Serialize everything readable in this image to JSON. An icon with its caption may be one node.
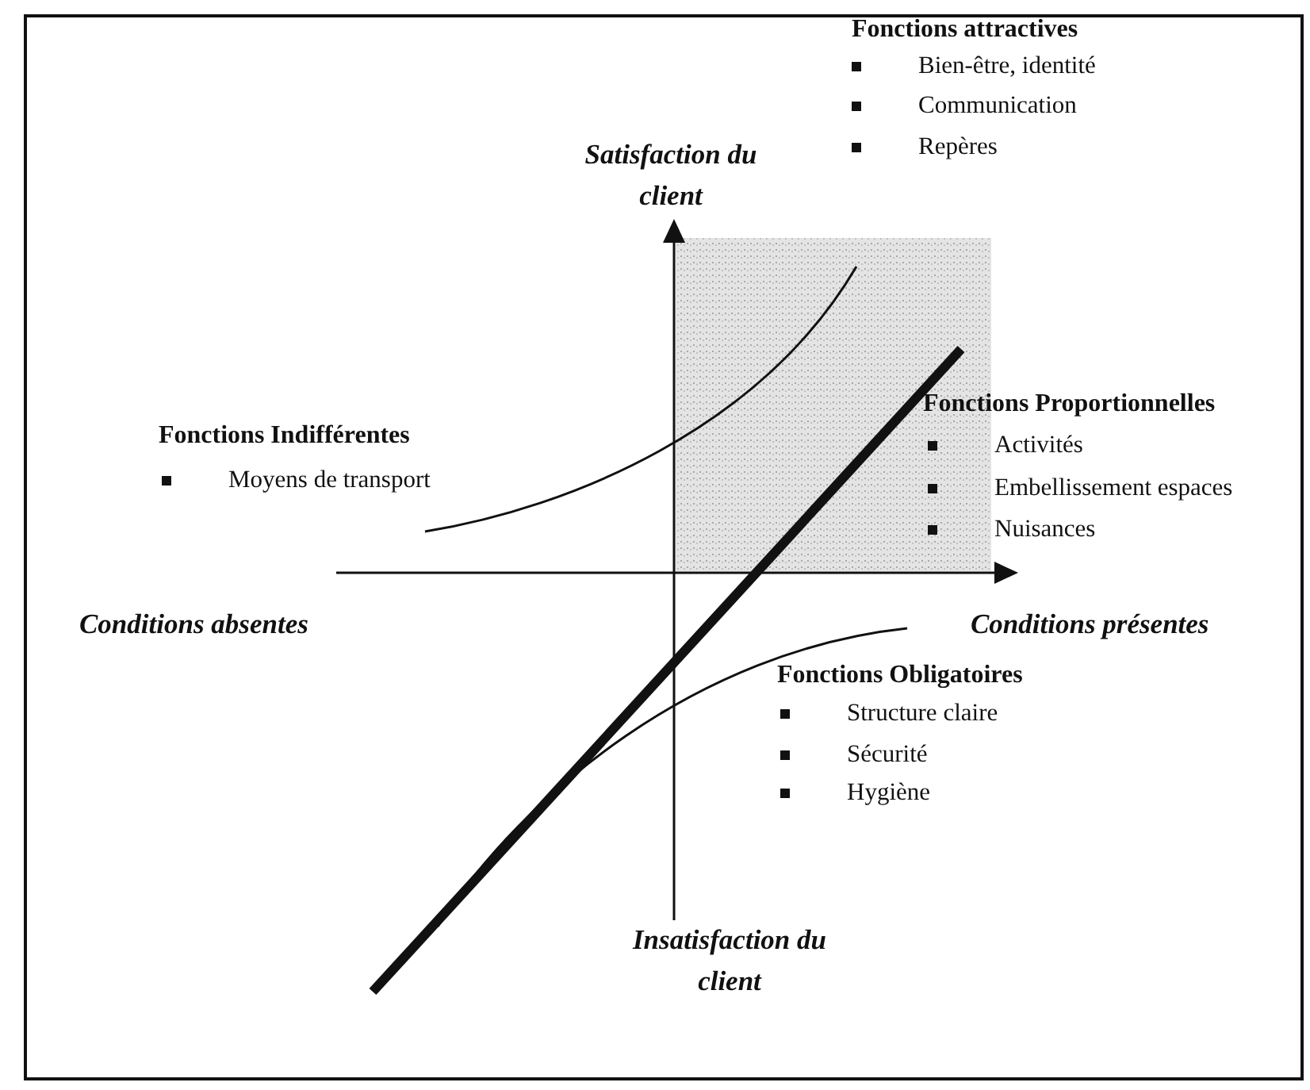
{
  "diagram": {
    "labels": [
      "Fonctions attractives",
      "Bien-être, identité",
      "Communication",
      "Repères",
      "Satisfaction du client",
      "Fonctions Indifférentes",
      "Moyens de transport",
      "Fonctions Proportionnelles",
      "Activités",
      "Embellissement espaces",
      "Nuisances",
      "Conditions absentes",
      "Conditions présentes",
      "Fonctions Obligatoires",
      "Structure claire",
      "Sécurité",
      "Hygiène",
      "Insatisfaction du client"
    ]
  }
}
